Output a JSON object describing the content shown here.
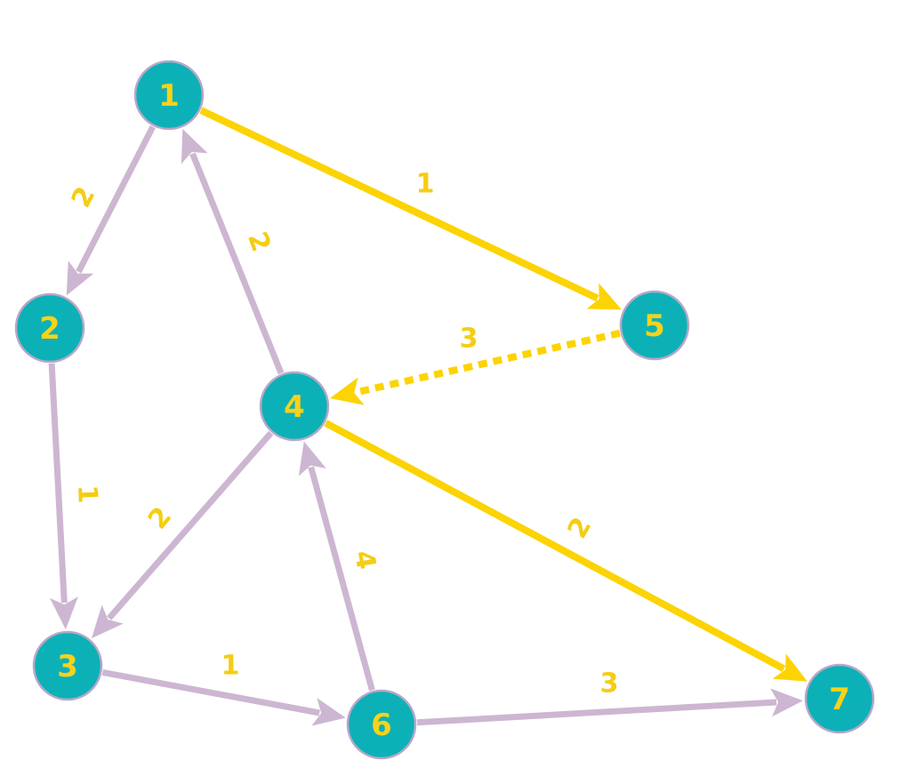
{
  "colors": {
    "node_fill": "#0cb1b8",
    "node_label": "#f7d21a",
    "weight_label": "#f5cd12",
    "edge_normal": "#cdb6d1",
    "edge_highlight": "#fcd303"
  },
  "nodes": [
    {
      "id": "1",
      "label": "1"
    },
    {
      "id": "2",
      "label": "2"
    },
    {
      "id": "3",
      "label": "3"
    },
    {
      "id": "4",
      "label": "4"
    },
    {
      "id": "5",
      "label": "5"
    },
    {
      "id": "6",
      "label": "6"
    },
    {
      "id": "7",
      "label": "7"
    }
  ],
  "edges": [
    {
      "from": "1",
      "to": "2",
      "weight": "2",
      "style": "normal"
    },
    {
      "from": "1",
      "to": "5",
      "weight": "1",
      "style": "highlight"
    },
    {
      "from": "4",
      "to": "1",
      "weight": "2",
      "style": "normal"
    },
    {
      "from": "2",
      "to": "3",
      "weight": "1",
      "style": "normal"
    },
    {
      "from": "5",
      "to": "4",
      "weight": "3",
      "style": "dashed"
    },
    {
      "from": "4",
      "to": "3",
      "weight": "2",
      "style": "normal"
    },
    {
      "from": "4",
      "to": "7",
      "weight": "2",
      "style": "highlight"
    },
    {
      "from": "6",
      "to": "4",
      "weight": "4",
      "style": "normal"
    },
    {
      "from": "3",
      "to": "6",
      "weight": "1",
      "style": "normal"
    },
    {
      "from": "6",
      "to": "7",
      "weight": "3",
      "style": "normal"
    }
  ]
}
